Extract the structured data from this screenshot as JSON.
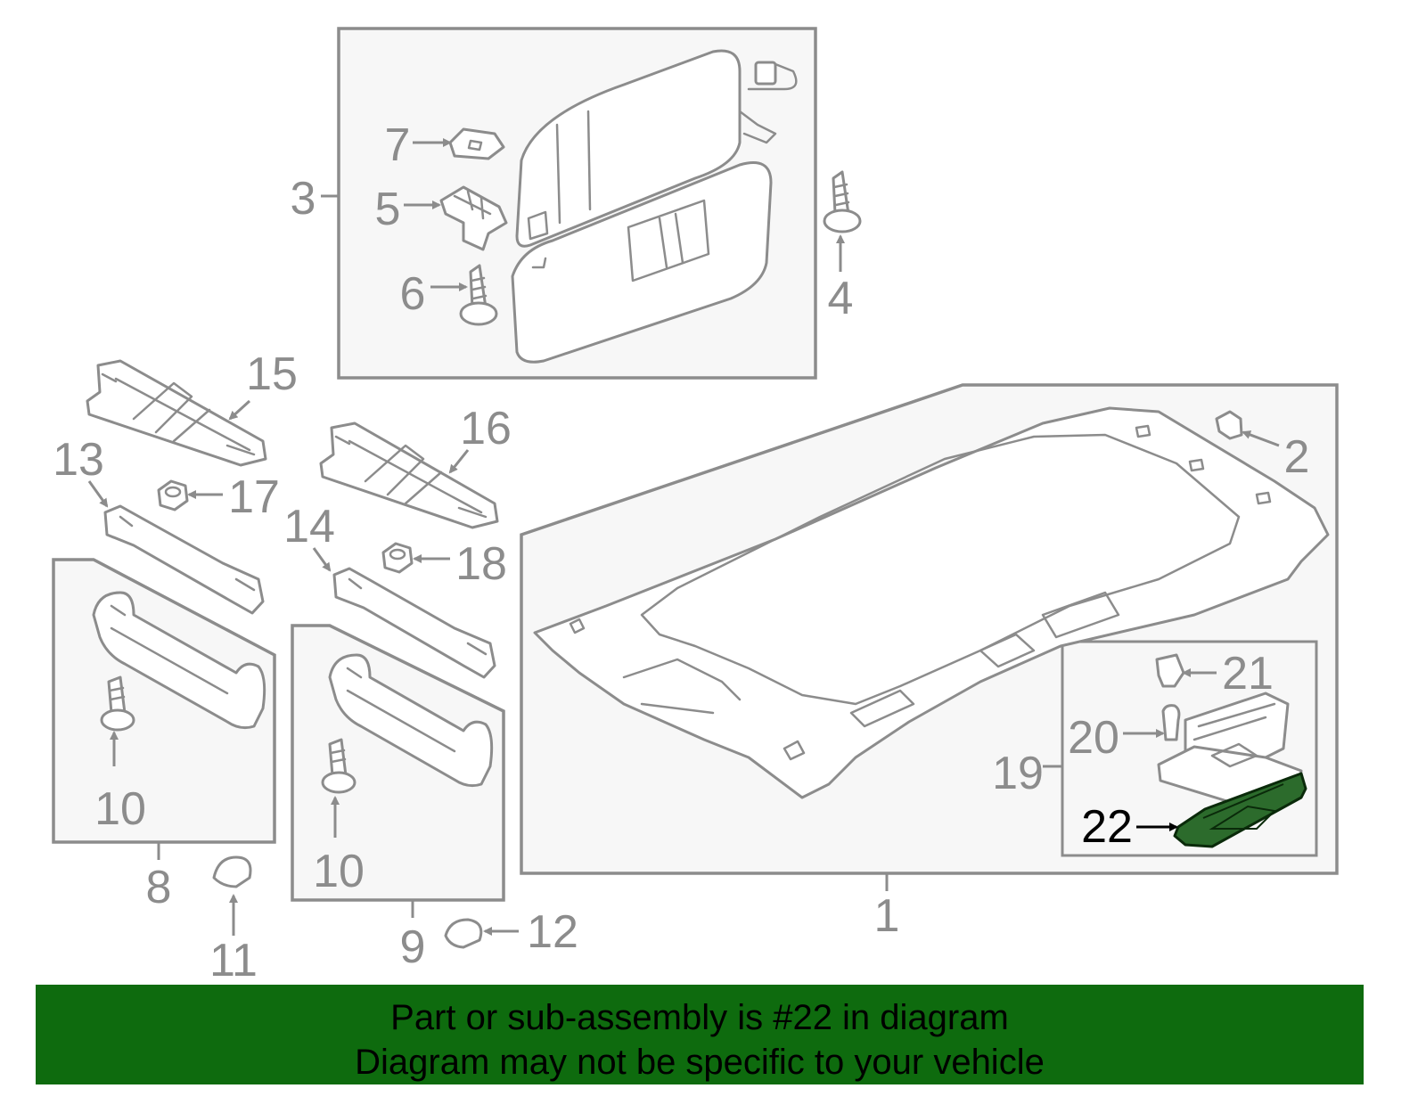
{
  "callouts": {
    "c1": "1",
    "c2": "2",
    "c3": "3",
    "c4": "4",
    "c5": "5",
    "c6": "6",
    "c7": "7",
    "c8": "8",
    "c9": "9",
    "c10a": "10",
    "c10b": "10",
    "c11": "11",
    "c12": "12",
    "c13": "13",
    "c14": "14",
    "c15": "15",
    "c16": "16",
    "c17": "17",
    "c18": "18",
    "c19": "19",
    "c20": "20",
    "c21": "21",
    "c22": "22"
  },
  "highlighted_part": "22",
  "colors": {
    "line": "#8c8c8c",
    "highlight_fill": "#2c6b2c",
    "banner": "#0e6b0e",
    "box_fill": "#f7f7f7"
  },
  "banner": {
    "line1": "Part or sub-assembly is #22 in diagram",
    "line2": "Diagram may not be specific to your vehicle"
  }
}
